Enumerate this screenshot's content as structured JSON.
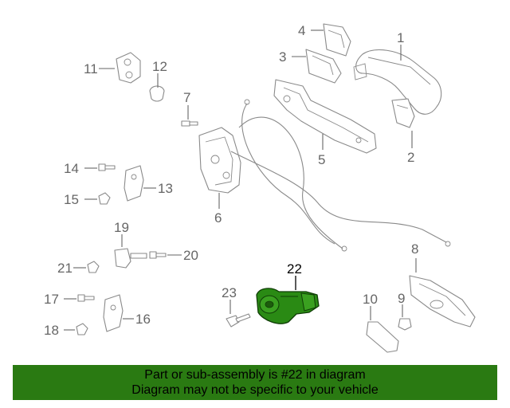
{
  "callouts": {
    "c1": "1",
    "c2": "2",
    "c3": "3",
    "c4": "4",
    "c5": "5",
    "c6": "6",
    "c7": "7",
    "c8": "8",
    "c9": "9",
    "c10": "10",
    "c11": "11",
    "c12": "12",
    "c13": "13",
    "c14": "14",
    "c15": "15",
    "c16": "16",
    "c17": "17",
    "c18": "18",
    "c19": "19",
    "c20": "20",
    "c21": "21",
    "c22": "22",
    "c23": "23"
  },
  "banner": {
    "line1": "Part or sub-assembly is #22 in diagram",
    "line2": "Diagram may not be specific to your vehicle"
  },
  "colors": {
    "highlight_part": "#2a8a14",
    "banner_bg": "#2a7a12",
    "line_art": "#8a8a8a"
  }
}
